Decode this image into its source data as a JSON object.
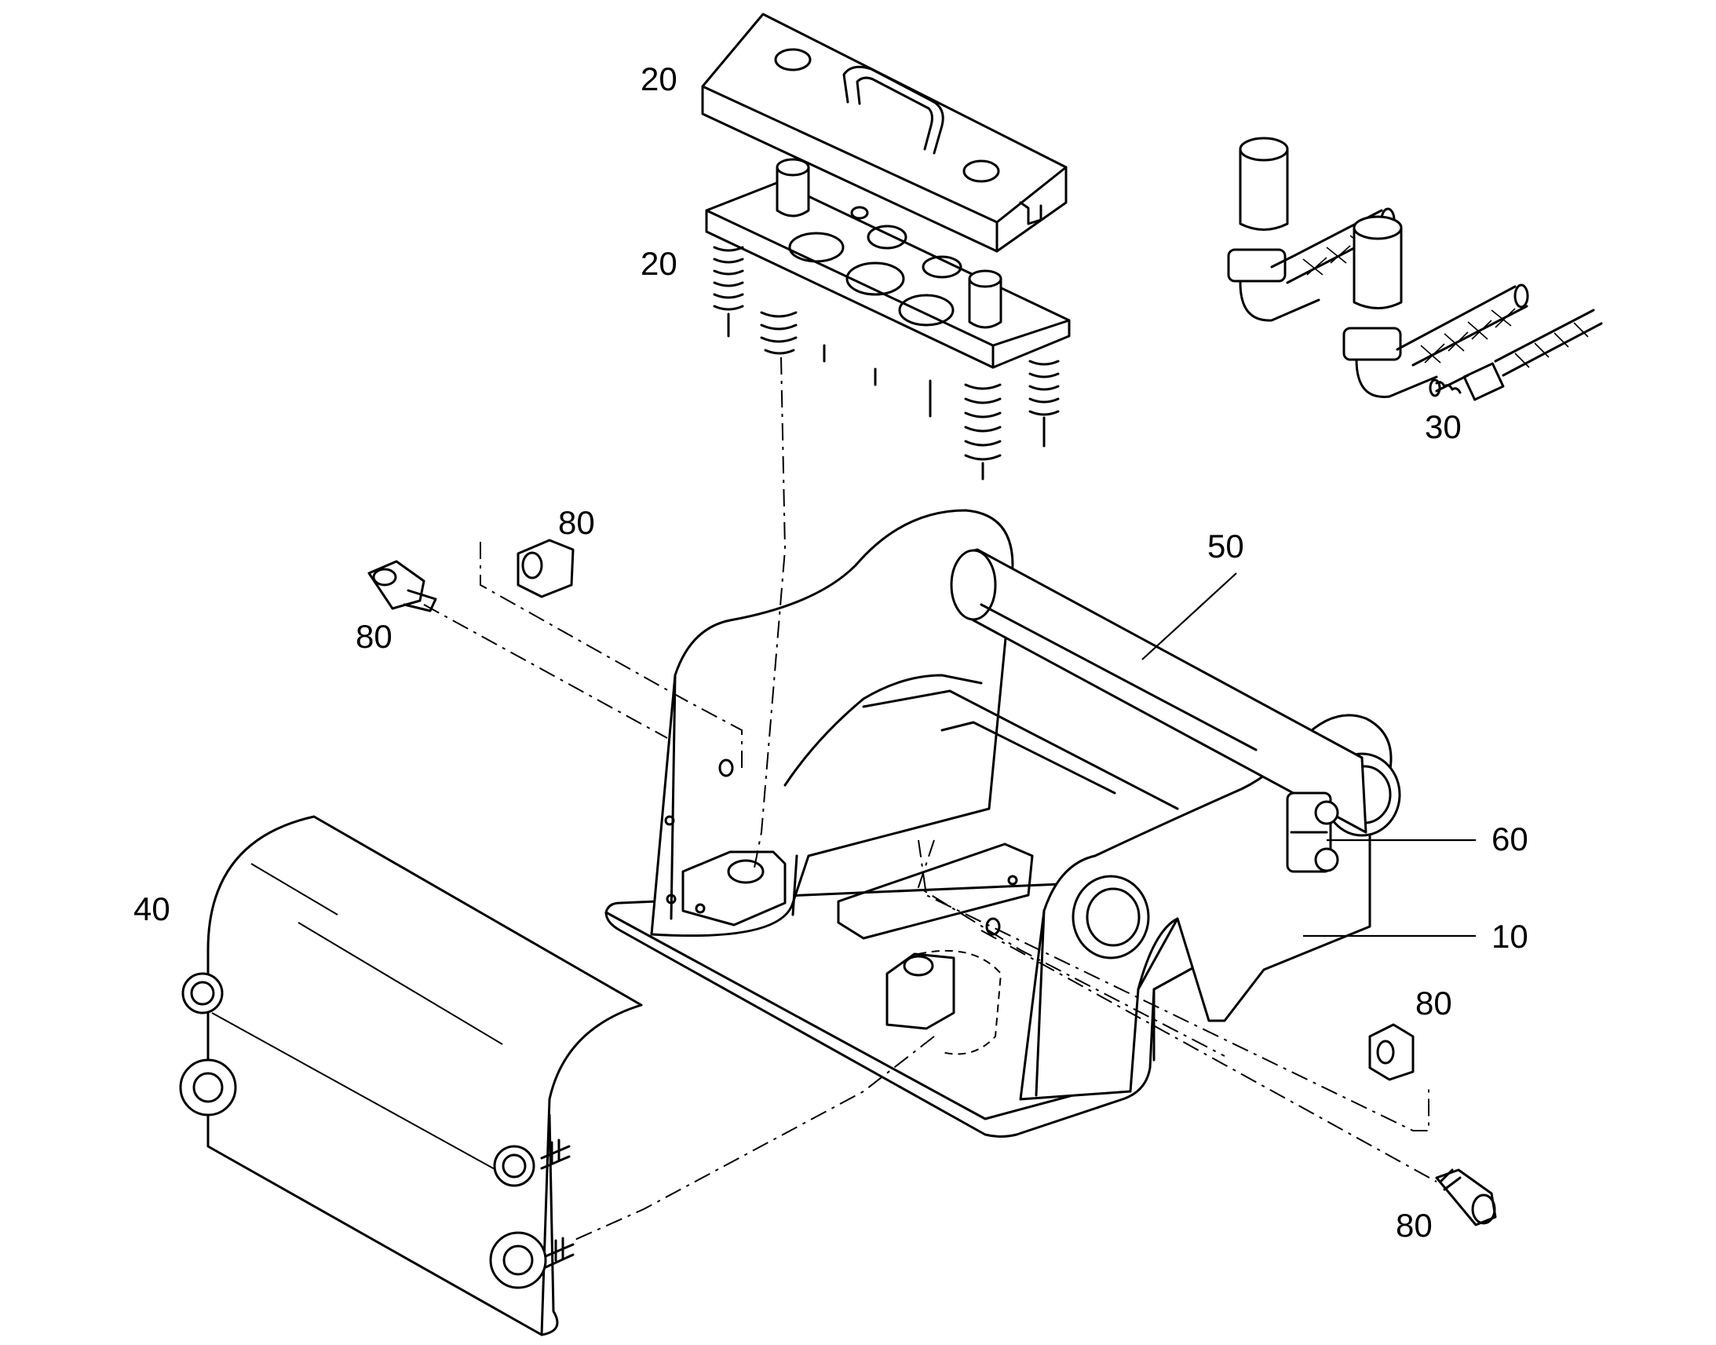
{
  "callouts": {
    "top_cover": "20",
    "coupling_plate": "20",
    "hoses": "30",
    "nut_upper_left": "80",
    "bolt_upper_left": "80",
    "shaft": "50",
    "clamp": "60",
    "frame": "10",
    "guard": "40",
    "nut_lower_right": "80",
    "bolt_lower_right": "80"
  },
  "colors": {
    "line": "#000000",
    "background": "#ffffff"
  }
}
